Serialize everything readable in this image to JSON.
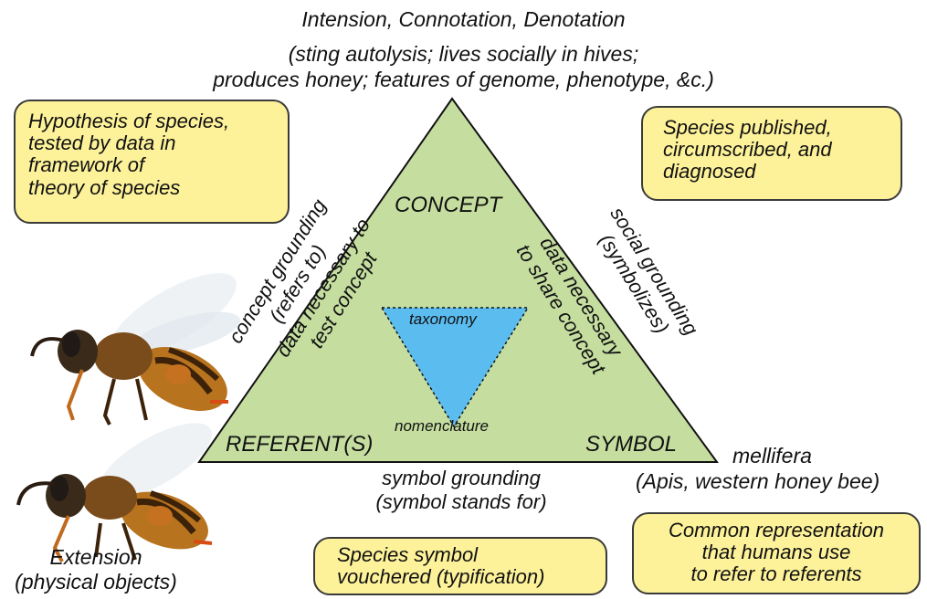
{
  "top": {
    "title": "Intension, Connotation, Denotation",
    "line1": "(sting autolysis; lives socially in hives;",
    "line2": "produces honey; features of genome, phenotype, &c.)"
  },
  "boxes": {
    "hypothesis": [
      "Hypothesis of species,",
      "tested by data in",
      "framework of",
      "theory of species"
    ],
    "published": [
      "Species published,",
      "circumscribed, and",
      "diagnosed"
    ],
    "vouchered": [
      "Species symbol",
      "vouchered (typification)"
    ],
    "common": [
      "Common representation",
      "that humans use",
      "to refer to referents"
    ]
  },
  "triangle": {
    "concept": "CONCEPT",
    "referent": "REFERENT(S)",
    "symbol": "SYMBOL",
    "taxonomy": "taxonomy",
    "nomenclature": "nomenclature",
    "left_inner": [
      "data necessary to",
      "test concept"
    ],
    "right_inner": [
      "data necessary",
      "to share concept"
    ],
    "colors": {
      "outer": "#c5dea0",
      "inner": "#5bbcf0",
      "stroke": "#111111"
    }
  },
  "edges": {
    "left": [
      "concept grounding",
      "(refers to)"
    ],
    "right": [
      "social grounding",
      "(symbolizes)"
    ],
    "bottom": [
      "symbol grounding",
      "(symbol stands for)"
    ]
  },
  "symbol_example": {
    "name": "mellifera",
    "detail": "(Apis, western honey bee)"
  },
  "extension": {
    "line1": "Extension",
    "line2": "(physical objects)"
  },
  "icons": [
    "honey-bee-image"
  ]
}
